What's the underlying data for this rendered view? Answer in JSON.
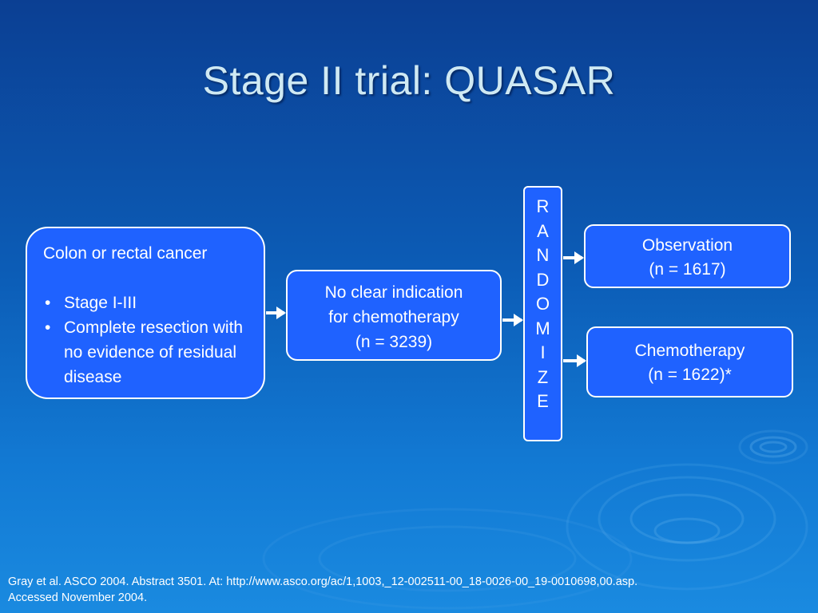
{
  "title": "Stage II trial:  QUASAR",
  "inclusion": {
    "heading": "Colon or rectal cancer",
    "bullet_glyph": "•",
    "bullets": [
      "Stage I-III",
      "Complete resection with no evidence of residual disease"
    ]
  },
  "eligible": {
    "lines": [
      "No clear indication",
      "for chemotherapy",
      "(n = 3239)"
    ]
  },
  "randomize": {
    "letters": [
      "R",
      "A",
      "N",
      "D",
      "O",
      "M",
      "I",
      "Z",
      "E"
    ]
  },
  "arms": [
    {
      "lines": [
        "Observation",
        "(n = 1617)"
      ]
    },
    {
      "lines": [
        "Chemotherapy",
        "(n = 1622)*"
      ]
    }
  ],
  "footnote": {
    "lines": [
      "Gray et al. ASCO 2004. Abstract 3501. At: http://www.asco.org/ac/1,1003,_12-002511-00_18-0026-00_19-0010698,00.asp.",
      "Accessed November 2004."
    ]
  },
  "colors": {
    "background_top": "#0b3f93",
    "background_bottom": "#1a8ae0",
    "box_fill": "#1f62ff",
    "box_border": "#ffffff",
    "title_text": "#cfe9f3"
  }
}
